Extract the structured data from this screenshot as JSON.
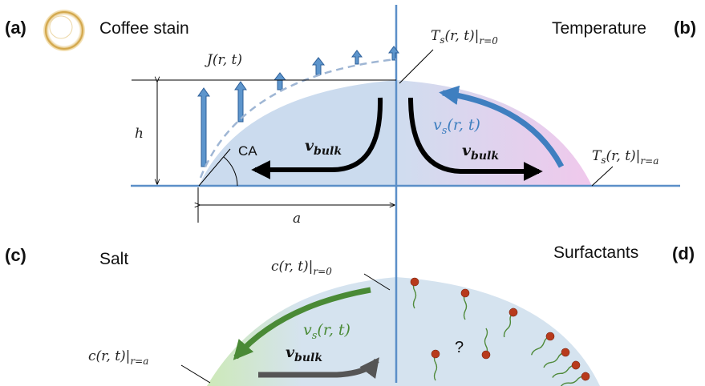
{
  "panels": {
    "a": {
      "label": "(a)",
      "title": "Coffee stain"
    },
    "b": {
      "label": "(b)",
      "title": "Temperature"
    },
    "c": {
      "label": "(c)",
      "title": "Salt"
    },
    "d": {
      "label": "(d)",
      "title": "Surfactants"
    }
  },
  "annotations": {
    "flux": "J(r, t)",
    "height": "h",
    "radius": "a",
    "contact_angle": "CA",
    "bulk_a": "v",
    "bulk_a_sub": "bulk",
    "bulk_b": "v",
    "bulk_b_sub": "bulk",
    "bulk_c": "v",
    "bulk_c_sub": "bulk",
    "surface_b": "v",
    "surface_b_sub": "s",
    "surface_b_arg": "(r, t)",
    "surface_c": "v",
    "surface_c_sub": "s",
    "surface_c_arg": "(r, t)",
    "temp_top": "T",
    "temp_top_sub": "s",
    "temp_top_arg": "(r, t)|",
    "temp_top_eval": "r=0",
    "temp_edge": "T",
    "temp_edge_sub": "s",
    "temp_edge_arg": "(r, t)|",
    "temp_edge_eval": "r=a",
    "conc_top": "c(r, t)|",
    "conc_top_eval": "r=0",
    "conc_edge": "c(r, t)|",
    "conc_edge_eval": "r=a",
    "unknown": "?"
  },
  "colors": {
    "axis": "#5b8fc8",
    "drop": "#c9daee",
    "arrow_blue": "#3f7fc0",
    "arrow_green": "#4a8a36",
    "arrow_gray": "#555555",
    "surfactant_head": "#b83a1c",
    "surfactant_tail": "#4f8a3a",
    "stain": "#d9b35a"
  },
  "icons": [
    "coffee-stain-icon",
    "surfactant-molecule-icon"
  ]
}
